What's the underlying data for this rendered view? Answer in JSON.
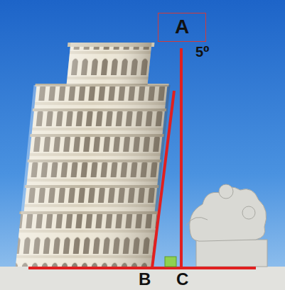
{
  "diagram": {
    "nodes": [
      {
        "text": [
          "A"
        ]
      }
    ],
    "labels": [
      "5⁰",
      "B",
      "C"
    ]
  }
}
